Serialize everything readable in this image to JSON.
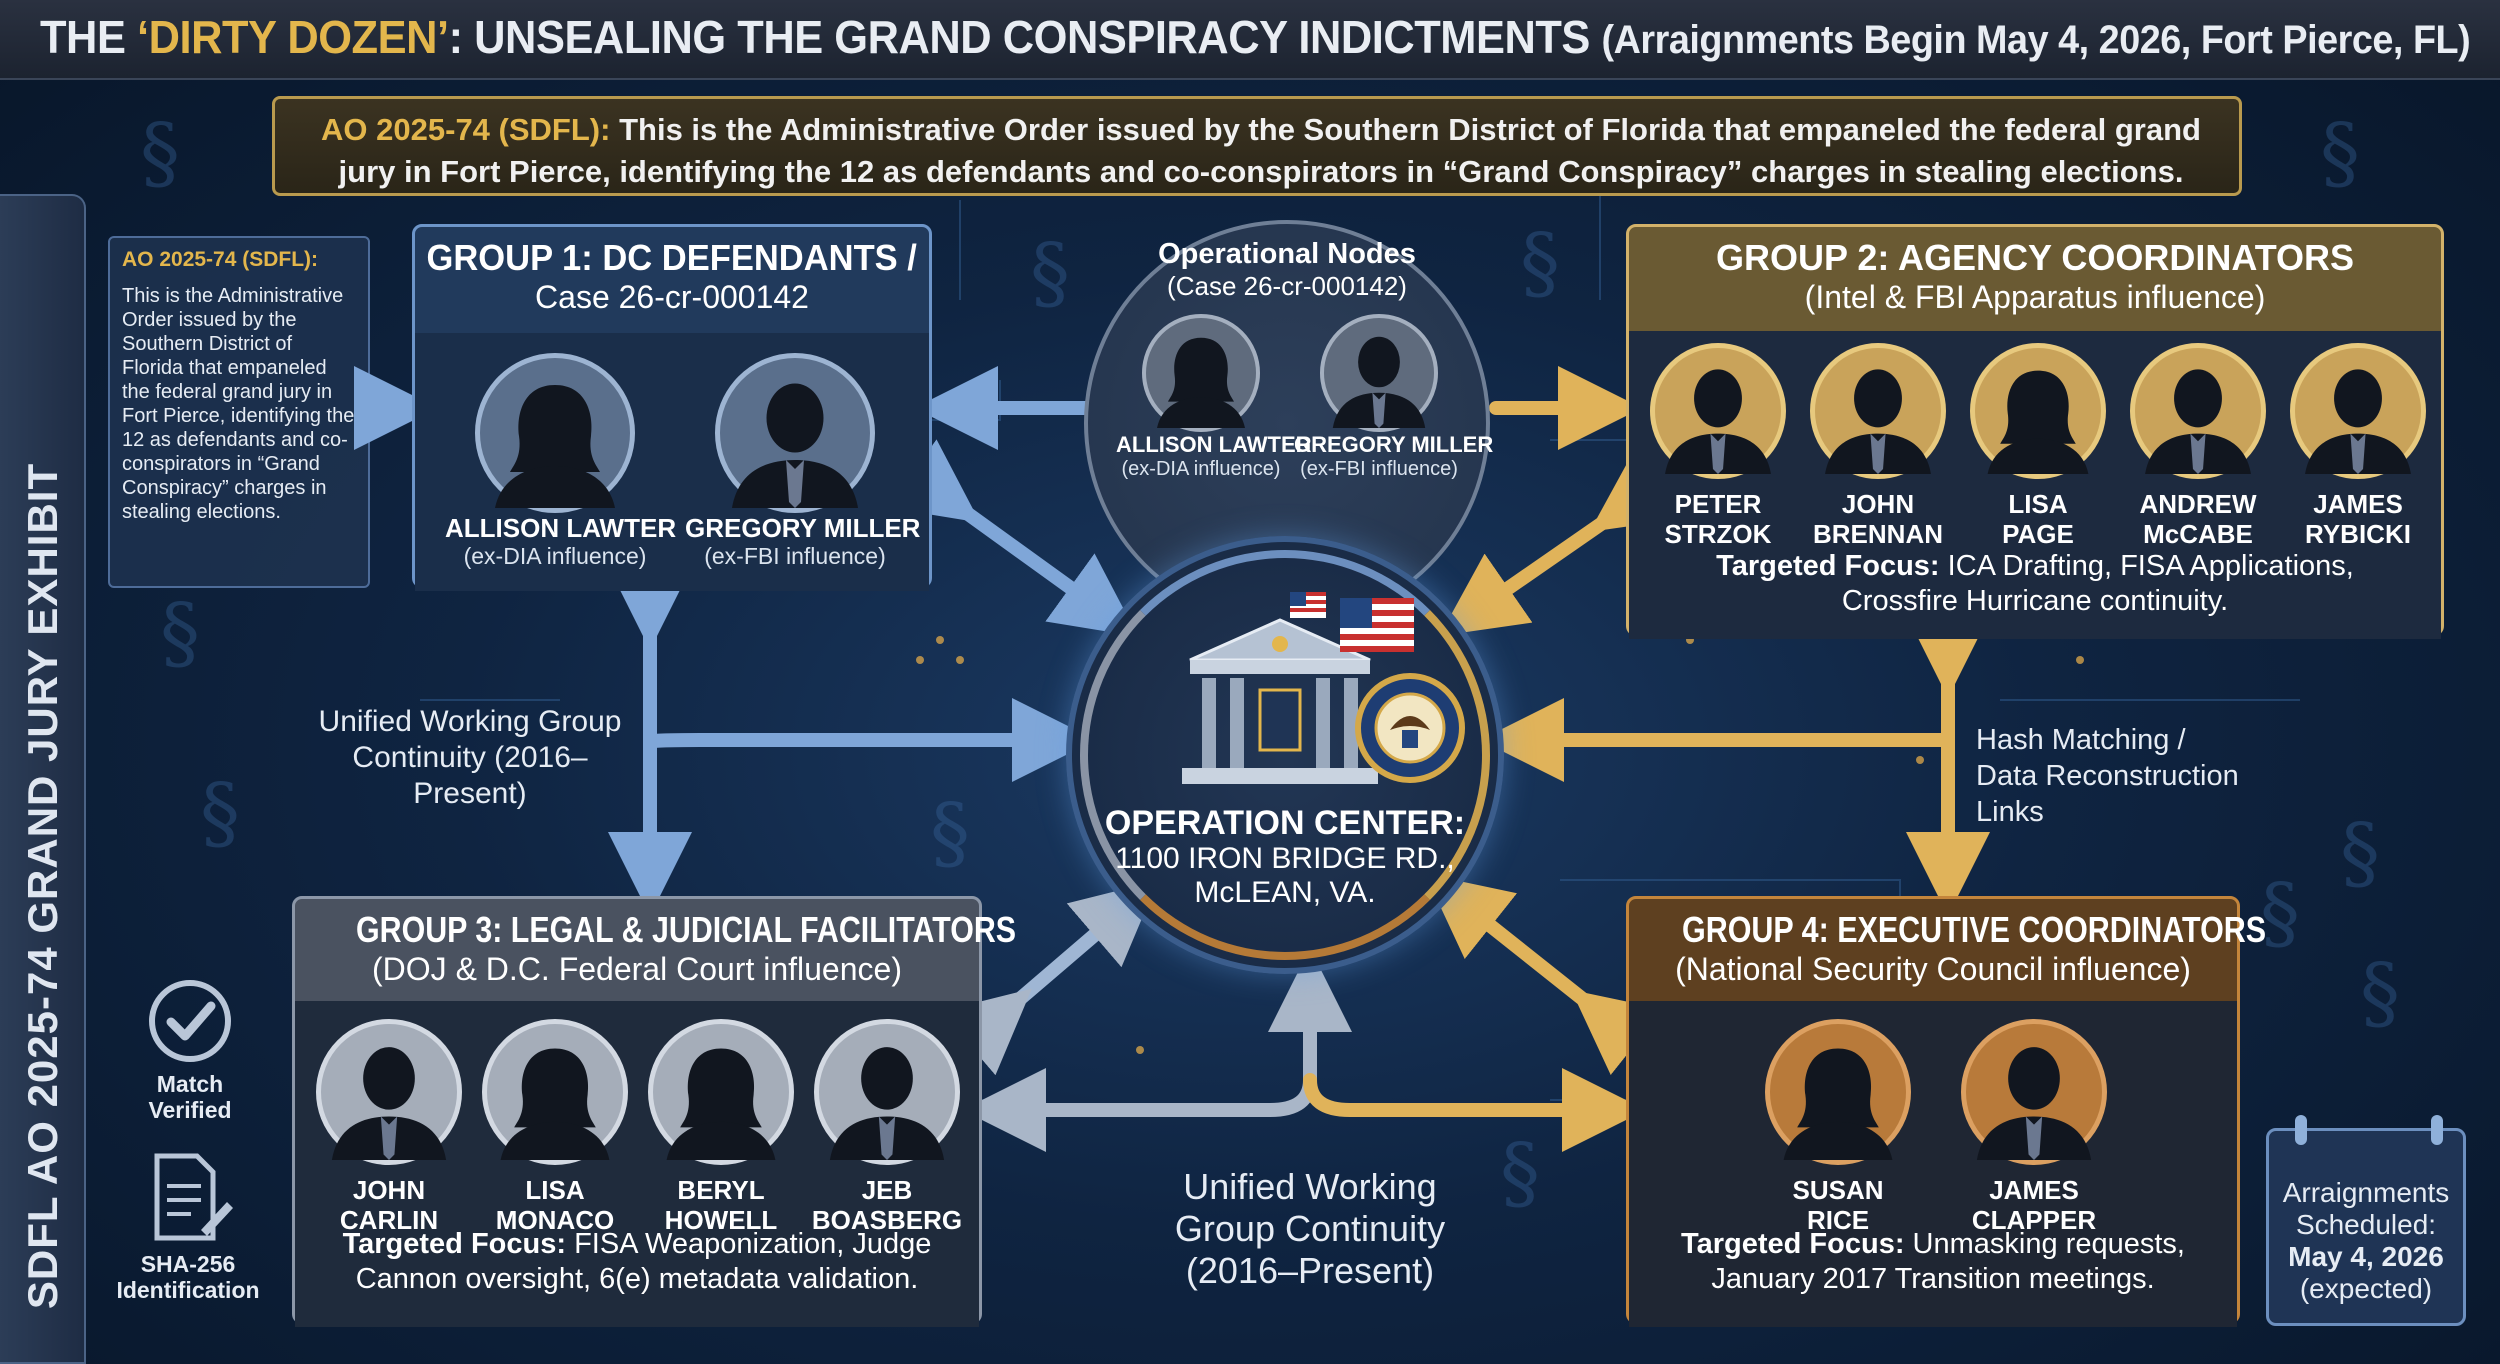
{
  "header": {
    "title_prefix": "THE ",
    "title_highlight": "‘DIRTY DOZEN’",
    "title_rest": ": UNSEALING THE GRAND CONSPIRACY INDICTMENTS",
    "subtitle": "(Arraignments Begin May 4, 2026, Fort Pierce, FL)"
  },
  "ao_banner": {
    "label": "AO 2025-74 (SDFL):",
    "text": "This is the Administrative Order issued by the Southern District of Florida that empaneled the federal grand jury in Fort Pierce, identifying the 12 as defendants and co-conspirators in “Grand Conspiracy” charges in stealing elections."
  },
  "side_banner": {
    "text": "SDFL AO 2025-74 GRAND JURY EXHIBIT"
  },
  "ao_note": {
    "heading": "AO 2025-74 (SDFL):",
    "body": "This is the Administrative Order issued by the Southern District of Florida that empaneled the federal grand jury in Fort Pierce, identifying the 12 as defendants and co-conspirators in “Grand Conspiracy” charges in stealing elections."
  },
  "group1": {
    "title": "GROUP 1: DC DEFENDANTS /",
    "subtitle": "Case 26-cr-000142",
    "people": [
      {
        "name": "ALLISON LAWTER",
        "role": "(ex-DIA influence)",
        "gender": "female"
      },
      {
        "name": "GREGORY MILLER",
        "role": "(ex-FBI influence)",
        "gender": "male"
      }
    ]
  },
  "operational_nodes": {
    "title": "Operational Nodes",
    "subtitle": "(Case 26-cr-000142)",
    "people": [
      {
        "name": "ALLISON LAWTER",
        "role": "(ex-DIA influence)",
        "gender": "female"
      },
      {
        "name": "GREGORY MILLER",
        "role": "(ex-FBI influence)",
        "gender": "male"
      }
    ]
  },
  "group2": {
    "title": "GROUP 2: AGENCY COORDINATORS",
    "subtitle": "(Intel & FBI Apparatus influence)",
    "people": [
      {
        "first": "PETER",
        "last": "STRZOK",
        "gender": "male"
      },
      {
        "first": "JOHN",
        "last": "BRENNAN",
        "gender": "male"
      },
      {
        "first": "LISA",
        "last": "PAGE",
        "gender": "female"
      },
      {
        "first": "ANDREW",
        "last": "McCABE",
        "gender": "male"
      },
      {
        "first": "JAMES",
        "last": "RYBICKI",
        "gender": "male"
      }
    ],
    "focus_label": "Targeted Focus:",
    "focus_line1": "ICA Drafting, FISA Applications,",
    "focus_line2": "Crossfire Hurricane continuity."
  },
  "group3": {
    "title": "GROUP 3: LEGAL & JUDICIAL FACILITATORS",
    "subtitle": "(DOJ & D.C. Federal Court influence)",
    "people": [
      {
        "first": "JOHN",
        "last": "CARLIN",
        "gender": "male"
      },
      {
        "first": "LISA",
        "last": "MONACO",
        "gender": "female"
      },
      {
        "first": "BERYL",
        "last": "HOWELL",
        "gender": "female"
      },
      {
        "first": "JEB",
        "last": "BOASBERG",
        "gender": "male"
      }
    ],
    "focus_label": "Targeted Focus:",
    "focus_line1": "FISA Weaponization, Judge",
    "focus_line2": "Cannon oversight, 6(e) metadata validation."
  },
  "group4": {
    "title": "GROUP 4: EXECUTIVE COORDINATORS",
    "subtitle": "(National Security Council influence)",
    "people": [
      {
        "first": "SUSAN",
        "last": "RICE",
        "gender": "female"
      },
      {
        "first": "JAMES",
        "last": "CLAPPER",
        "gender": "male"
      }
    ],
    "focus_label": "Targeted Focus:",
    "focus_line1": "Unmasking requests,",
    "focus_line2": "January 2017 Transition meetings."
  },
  "center": {
    "title": "OPERATION CENTER:",
    "line1": "1100 IRON BRIDGE RD.,",
    "line2": "McLEAN, VA."
  },
  "labels": {
    "uwg_left": "Unified Working Group Continuity (2016–Present)",
    "uwg_bottom": "Unified Working Group Continuity (2016–Present)",
    "hash_line1": "Hash Matching /",
    "hash_line2": "Data Reconstruction Links"
  },
  "badges": {
    "match": "Match Verified",
    "sha": "SHA-256 Identification"
  },
  "calendar": {
    "line1": "Arraignments",
    "line2": "Scheduled:",
    "date": "May 4, 2026",
    "note": "(expected)"
  },
  "colors": {
    "blue": "#6d95c9",
    "gold": "#d3b26a",
    "silver": "#8c97a8",
    "bronze": "#c4853b",
    "accent_gold": "#e3b64c"
  }
}
